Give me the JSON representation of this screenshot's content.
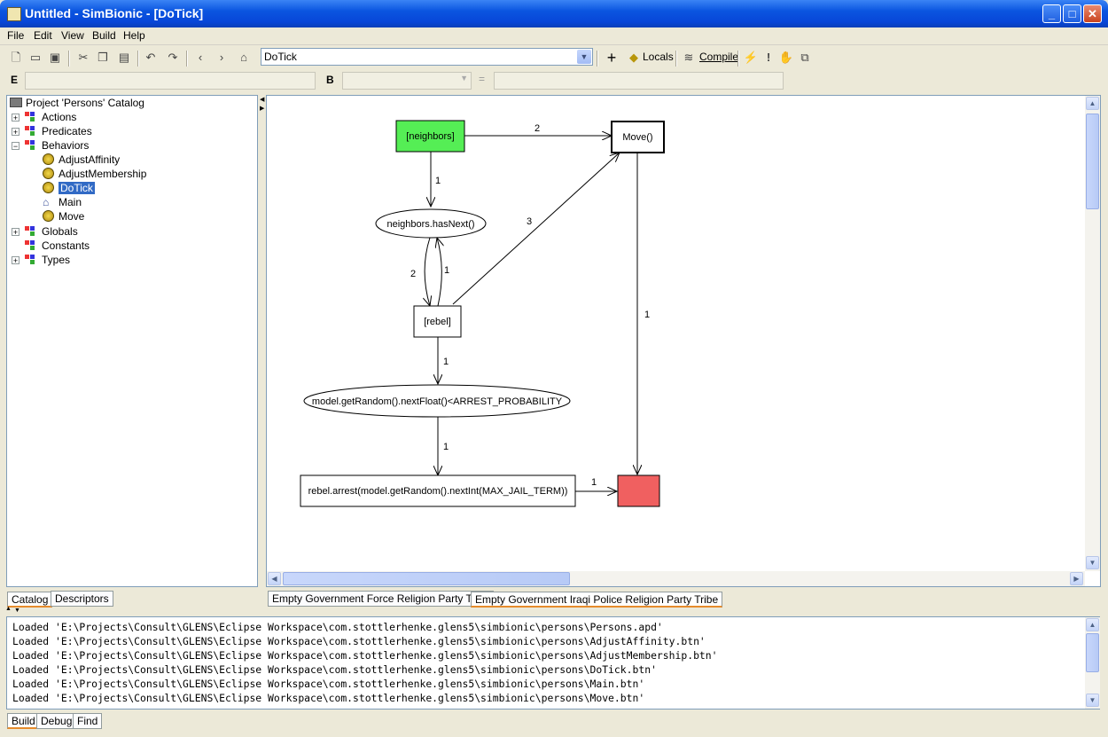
{
  "window": {
    "title": "Untitled - SimBionic - [DoTick]"
  },
  "menu": [
    "File",
    "Edit",
    "View",
    "Build",
    "Help"
  ],
  "toolbar": {
    "combo_value": "DoTick",
    "locals_label": "Locals",
    "compile_label": "Compile"
  },
  "expr": {
    "e_label": "E",
    "b_label": "B",
    "equals": "="
  },
  "catalog": {
    "root": "Project 'Persons' Catalog",
    "items": [
      "Actions",
      "Predicates",
      "Behaviors",
      "Globals",
      "Constants",
      "Types"
    ],
    "behaviors": [
      "AdjustAffinity",
      "AdjustMembership",
      "DoTick",
      "Main",
      "Move"
    ],
    "tabs": [
      "Catalog",
      "Descriptors"
    ]
  },
  "diagram": {
    "nodes": {
      "neighbors": "[neighbors]",
      "move": "Move()",
      "has_next": "neighbors.hasNext()",
      "rebel": "[rebel]",
      "random_cond": "model.getRandom().nextFloat()<ARREST_PROBABILITY",
      "arrest": "rebel.arrest(model.getRandom().nextInt(MAX_JAIL_TERM))"
    },
    "edge_labels": {
      "neighbors_move": "2",
      "neighbors_hasnext": "1",
      "rebel_move": "3",
      "hasnext_rebel": "1",
      "rebel_hasnext": "2",
      "move_final": "1",
      "rebel_random": "1",
      "random_arrest": "1",
      "arrest_final": "1"
    },
    "colors": {
      "start": "#55ee55",
      "final": "#f06060"
    }
  },
  "canvas_tabs": [
    "Empty Government Force Religion Party Tribe",
    "Empty Government Iraqi Police Religion Party Tribe"
  ],
  "log": [
    "Loaded 'E:\\Projects\\Consult\\GLENS\\Eclipse Workspace\\com.stottlerhenke.glens5\\simbionic\\persons\\Persons.apd'",
    "Loaded 'E:\\Projects\\Consult\\GLENS\\Eclipse Workspace\\com.stottlerhenke.glens5\\simbionic\\persons\\AdjustAffinity.btn'",
    "Loaded 'E:\\Projects\\Consult\\GLENS\\Eclipse Workspace\\com.stottlerhenke.glens5\\simbionic\\persons\\AdjustMembership.btn'",
    "Loaded 'E:\\Projects\\Consult\\GLENS\\Eclipse Workspace\\com.stottlerhenke.glens5\\simbionic\\persons\\DoTick.btn'",
    "Loaded 'E:\\Projects\\Consult\\GLENS\\Eclipse Workspace\\com.stottlerhenke.glens5\\simbionic\\persons\\Main.btn'",
    "Loaded 'E:\\Projects\\Consult\\GLENS\\Eclipse Workspace\\com.stottlerhenke.glens5\\simbionic\\persons\\Move.btn'"
  ],
  "bottom_tabs": [
    "Build",
    "Debug",
    "Find"
  ]
}
